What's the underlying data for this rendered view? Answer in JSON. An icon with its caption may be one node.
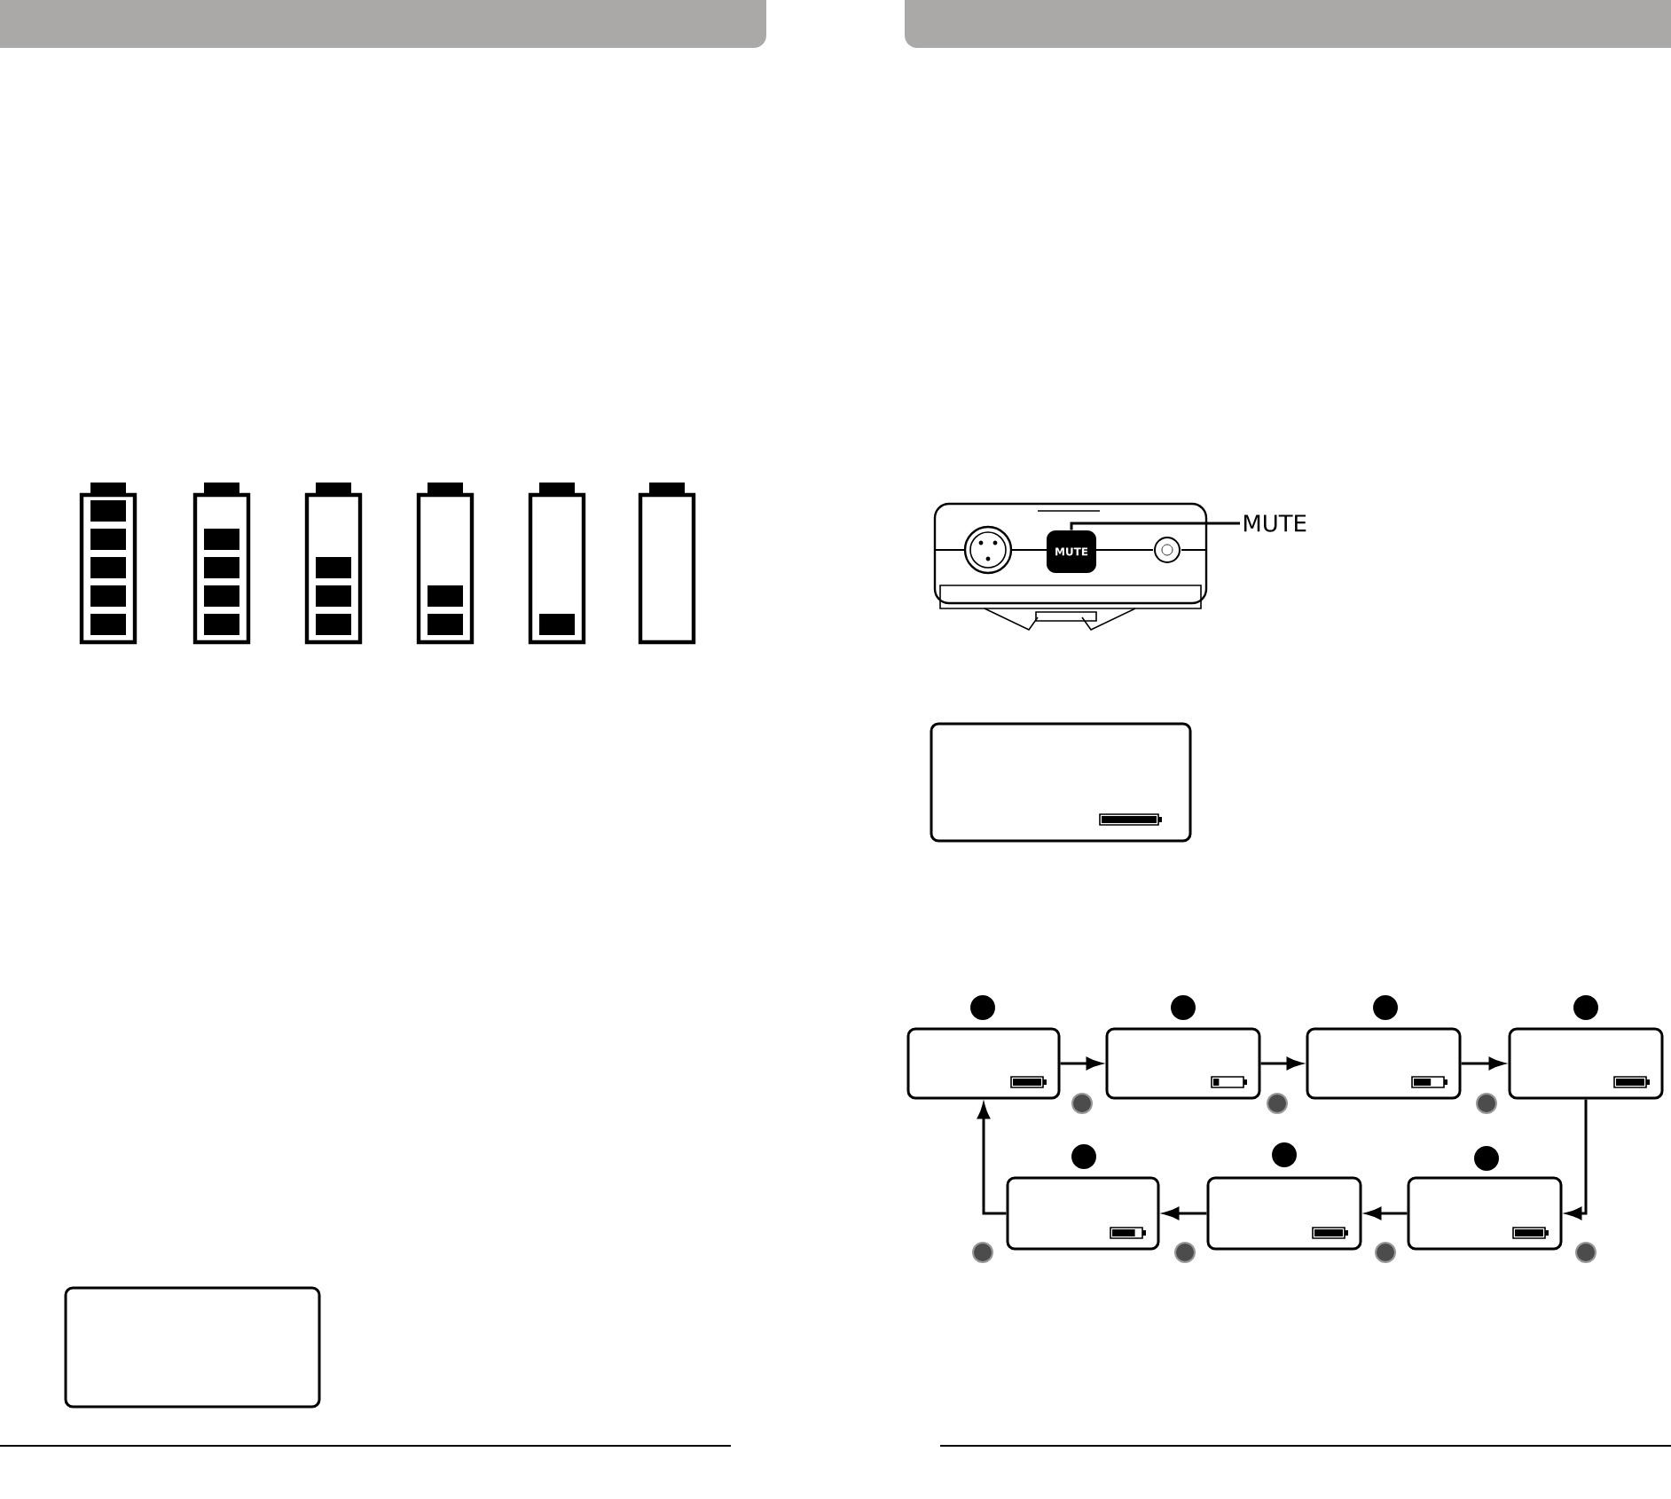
{
  "diagram": {
    "nodes": [
      {
        "text": [
          "MUTE"
        ]
      },
      {
        "text": [
          "MUTE"
        ]
      },
      {
        "text": [],
        "shape": "box"
      },
      {
        "text": [],
        "shape": "box"
      },
      {
        "text": [],
        "shape": "box"
      },
      {
        "text": [],
        "shape": "box"
      },
      {
        "text": [],
        "shape": "box"
      },
      {
        "text": [],
        "shape": "box"
      },
      {
        "text": [],
        "shape": "box"
      },
      {
        "text": [],
        "shape": "box"
      },
      {
        "text": [],
        "shape": "box"
      }
    ],
    "edges": [
      {
        "from": 0,
        "to": 1,
        "arrow": "none"
      },
      {
        "from": 2,
        "to": 3,
        "arrow": "to"
      },
      {
        "from": 3,
        "to": 4,
        "arrow": "to"
      },
      {
        "from": 4,
        "to": 5,
        "arrow": "to"
      },
      {
        "from": 5,
        "to": 8,
        "arrow": "to"
      },
      {
        "from": 8,
        "to": 7,
        "arrow": "to"
      },
      {
        "from": 7,
        "to": 6,
        "arrow": "to"
      },
      {
        "from": 6,
        "to": 2,
        "arrow": "to"
      }
    ]
  }
}
